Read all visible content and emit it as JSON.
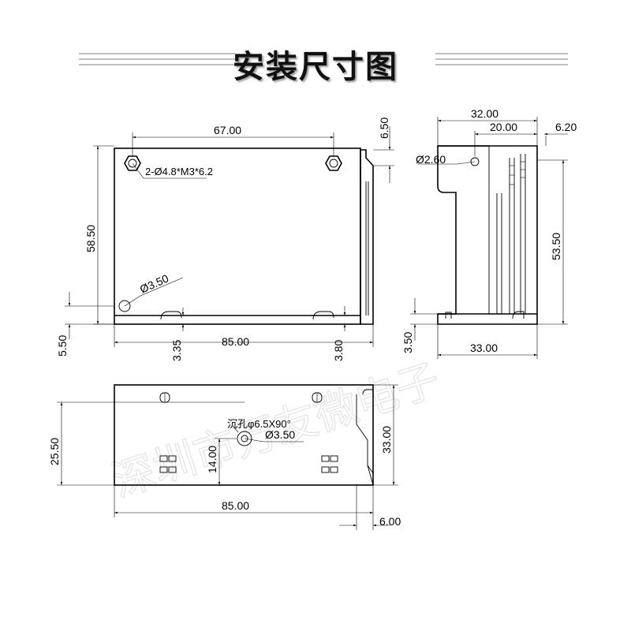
{
  "title": "安装尺寸图",
  "watermark": "深圳市万友微电子",
  "front_view": {
    "dim_mount_width": "67.00",
    "dim_height": "58.50",
    "dim_flange": "6.50",
    "dim_bottom_offset": "5.50",
    "dim_overall_width": "85.00",
    "dim_slot_left": "3.35",
    "dim_slot_right": "3.80",
    "nut_callout": "2-Ø4.8*M3*6.2",
    "hole_callout": "Ø3.50"
  },
  "side_view": {
    "dim_top_width": "32.00",
    "dim_hole_offset": "20.00",
    "dim_flange": "6.20",
    "dim_height": "53.50",
    "dim_base": "3.50",
    "dim_overall_depth": "33.00",
    "hole_callout": "Ø2.60"
  },
  "bottom_view": {
    "dim_hole_y": "25.50",
    "dim_hole_x": "14.00",
    "dim_depth": "33.00",
    "dim_width": "85.00",
    "dim_flange": "6.00",
    "countersink_callout": "沉孔φ6.5X90°",
    "hole_callout": "Ø3.50"
  }
}
